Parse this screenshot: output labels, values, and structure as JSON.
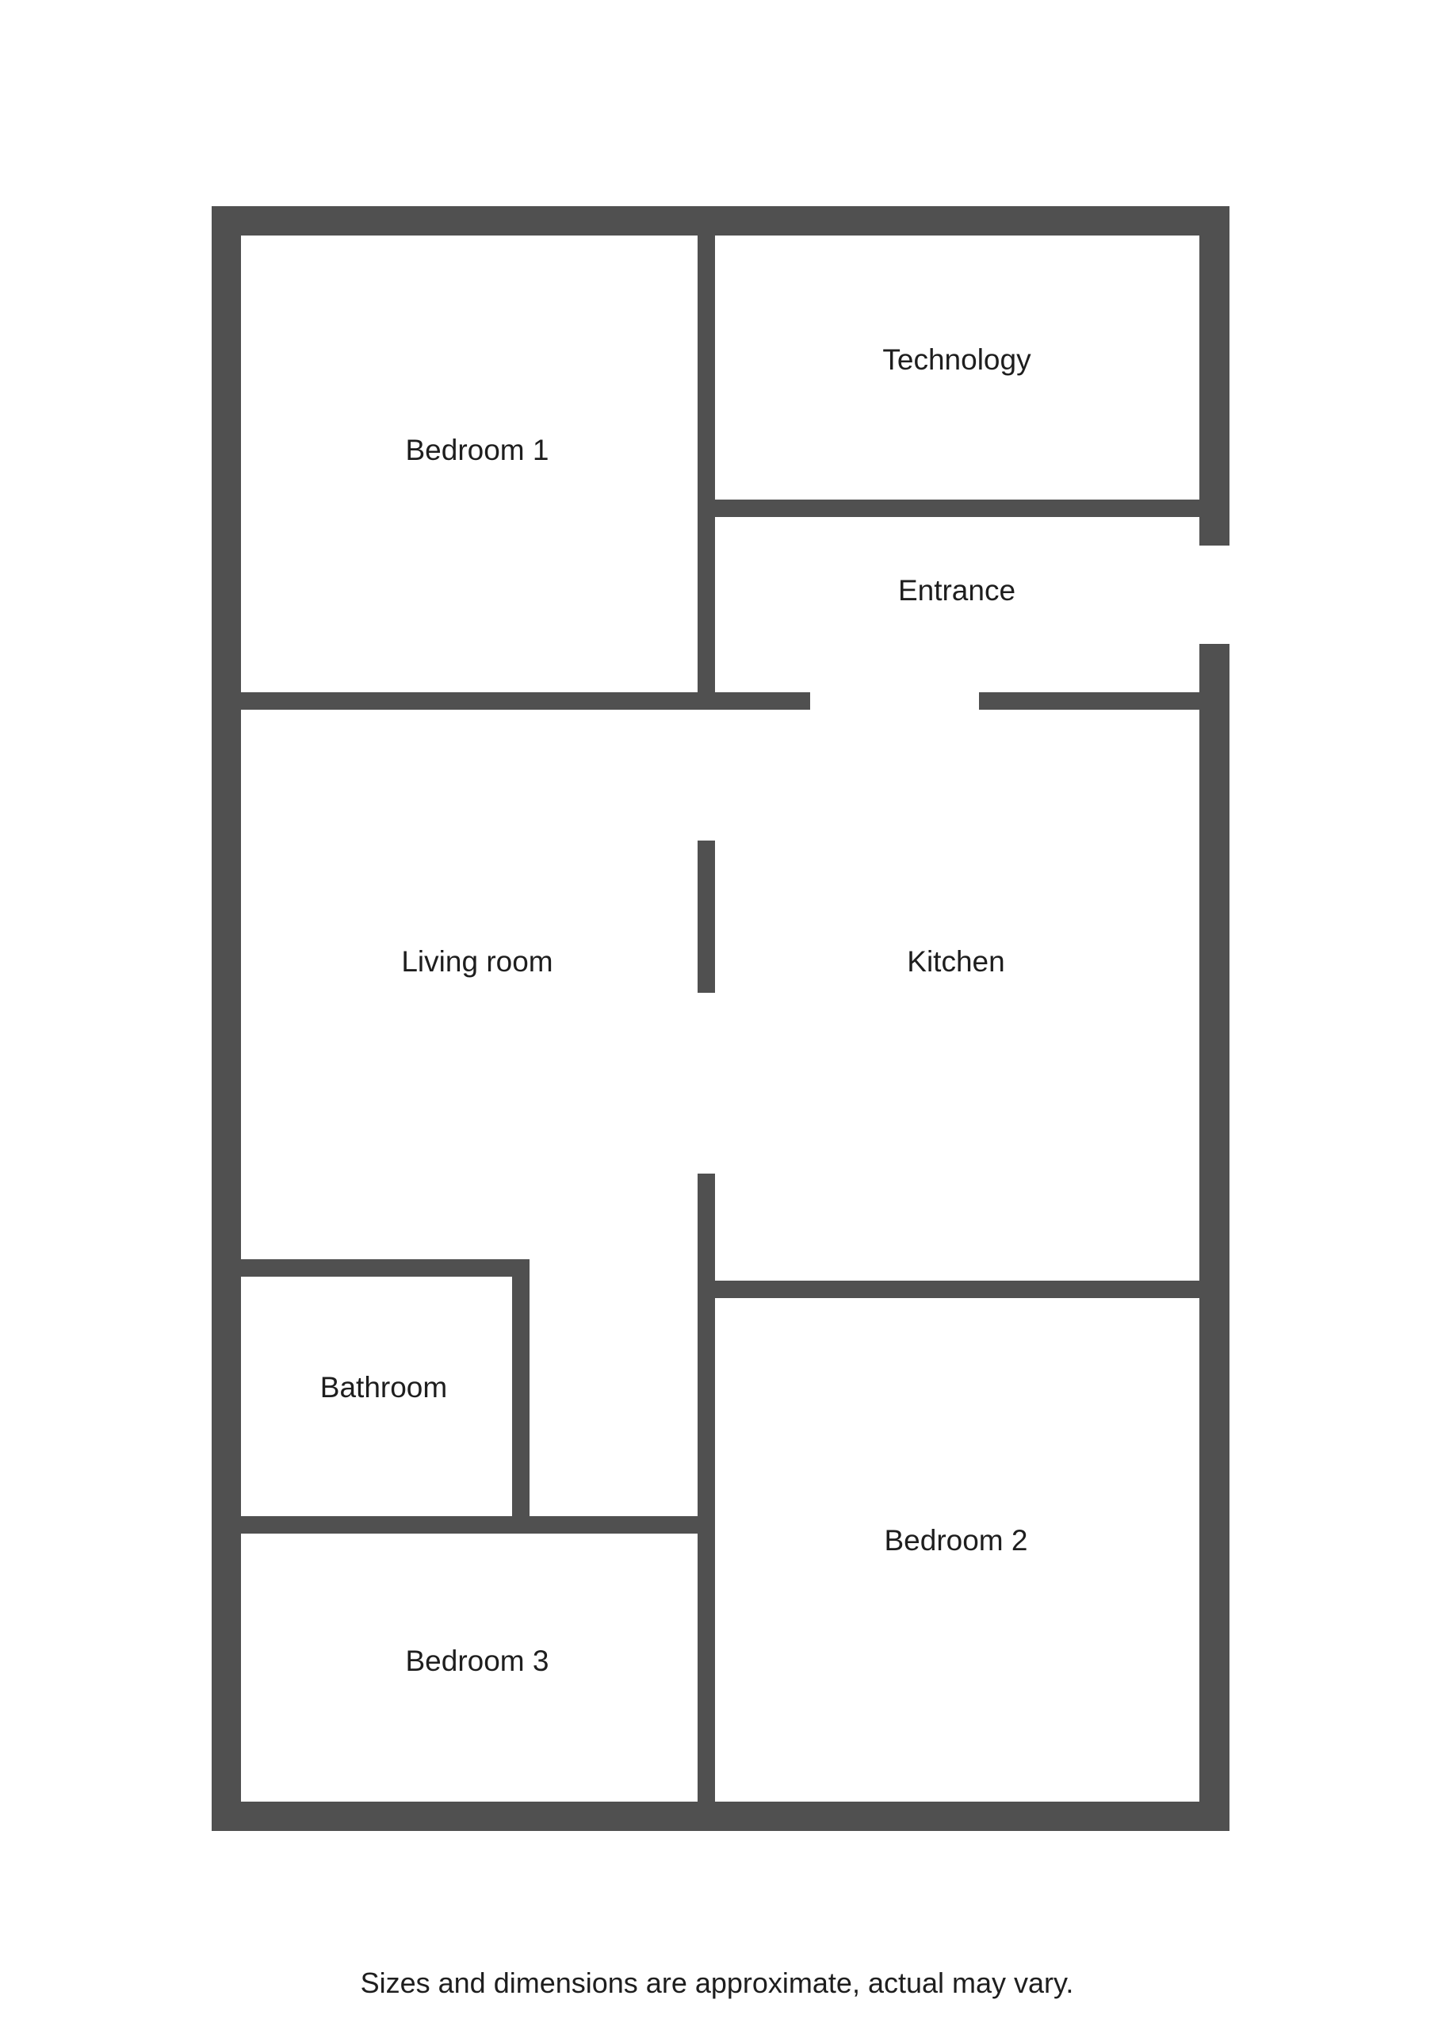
{
  "plan": {
    "wall_color": "#505050",
    "rooms": {
      "bedroom_1": "Bedroom 1",
      "technology": "Technology",
      "entrance": "Entrance",
      "living_room": "Living room",
      "kitchen": "Kitchen",
      "bathroom": "Bathroom",
      "bedroom_2": "Bedroom 2",
      "bedroom_3": "Bedroom 3"
    }
  },
  "disclaimer": "Sizes and dimensions are approximate, actual may vary."
}
